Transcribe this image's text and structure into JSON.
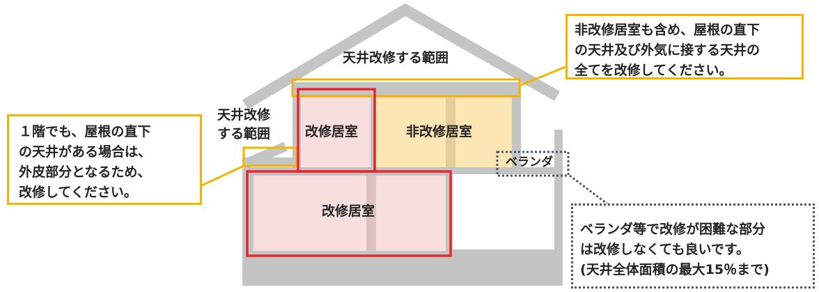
{
  "labels": {
    "ceiling_range_top": "天井改修する範囲",
    "ceiling_range_left": "天井改修\nする範囲",
    "renovated_room_upper": "改修居室",
    "non_renovated_room": "非改修居室",
    "renovated_room_lower": "改修居室",
    "veranda": "ベランダ"
  },
  "callouts": {
    "top_right": "非改修居室も含め、屋根の直下\nの天井及び外気に接する天井の\n全てを改修してください。",
    "left": "１階でも、屋根の直下\nの天井がある場合は、\n外皮部分となるため、\n改修してください。",
    "bottom_right": "ベランダ等で改修が困難な部分\nは改修しなくても良いです。\n(天井全体面積の最大15％まで)"
  },
  "colors": {
    "wall_gray": "#c4c4c4",
    "renovated_fill": "#f9dede",
    "non_renovated_fill": "#fbe6b4",
    "highlight_red": "#e8262b",
    "highlight_orange": "#f2b400",
    "dotted_gray": "#4a5568"
  }
}
